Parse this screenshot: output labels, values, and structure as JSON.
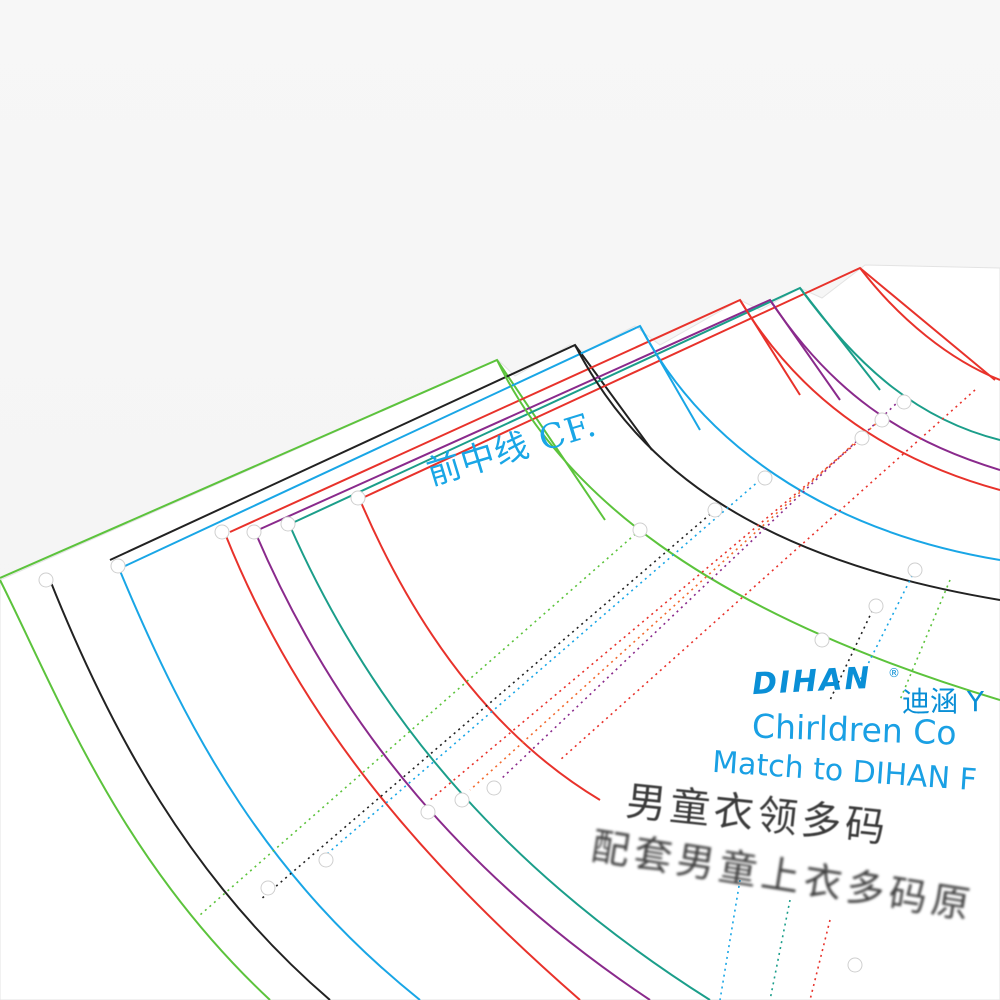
{
  "ruler": {
    "cf_label": "前中线 CF.",
    "brand_name": "DIHAN",
    "brand_mark": "®",
    "brand_cn": "迪涵 Y",
    "title_en_1": "Chirldren Co",
    "title_en_2": "Match to DIHAN F",
    "title_cn_1": "男童衣领多码",
    "title_cn_2": "配套男童上衣多码原"
  },
  "colors": {
    "background": "#f6f6f6",
    "green": "#5cc33c",
    "black": "#222222",
    "blue": "#19a6e6",
    "red": "#e8322b",
    "orange": "#f26a2e",
    "purple": "#8a2a8c",
    "teal": "#1b9e8a",
    "brand_blue": "#0a8fd6"
  }
}
